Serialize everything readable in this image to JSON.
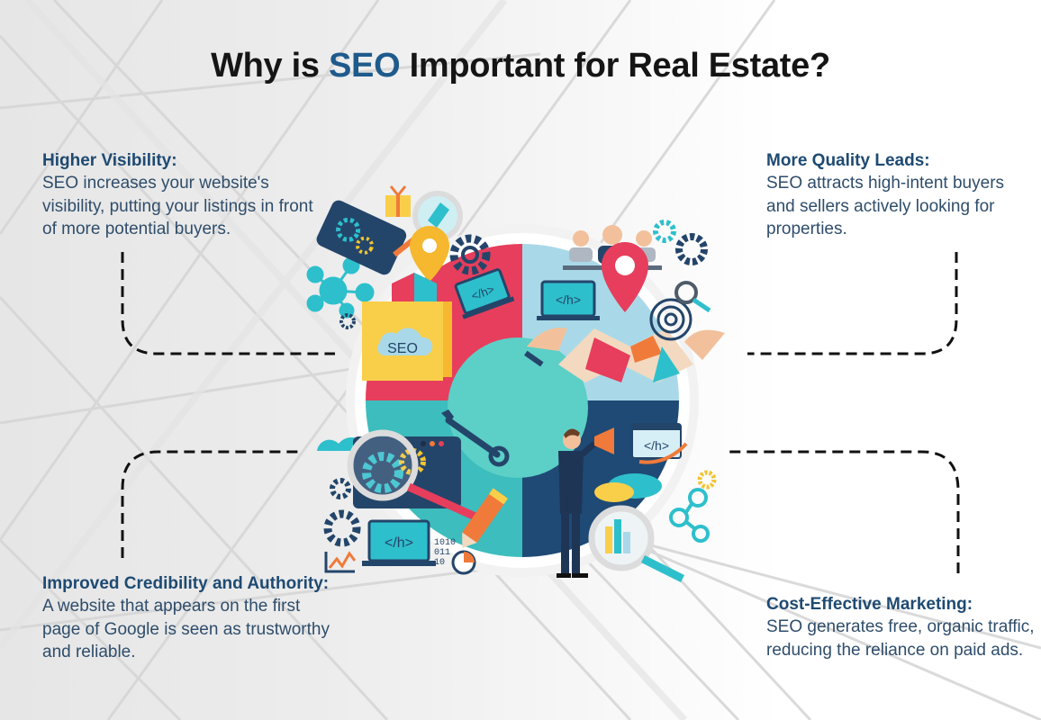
{
  "title": {
    "prefix": "Why is ",
    "accent": "SEO",
    "suffix": " Important for Real Estate?"
  },
  "colors": {
    "title_text": "#151515",
    "title_accent": "#1f5a8c",
    "heading": "#1e4a72",
    "body_text": "#2f4d6b",
    "pie_top_left": "#e63e5c",
    "pie_top_right": "#a9d9e8",
    "pie_bottom_left": "#3dbdbd",
    "pie_bottom_right": "#1e4a75",
    "pie_center": "#5ccfc7",
    "connector": "#111111"
  },
  "benefits": [
    {
      "position": "top-left",
      "heading": "Higher Visibility:",
      "body": "SEO increases your website's visibility, putting your listings in front of more potential buyers."
    },
    {
      "position": "top-right",
      "heading": "More Quality Leads:",
      "body": "SEO attracts high-intent buyers and sellers actively looking for properties."
    },
    {
      "position": "bottom-left",
      "heading": "Improved Credibility and Authority:",
      "body": "A website that appears on the first page of Google is seen as trustworthy and reliable."
    },
    {
      "position": "bottom-right",
      "heading": "Cost-Effective Marketing:",
      "body": "SEO generates free, organic traffic, reducing the reliance on paid ads."
    }
  ],
  "illustration": {
    "seo_box_label": "SEO",
    "code_tag_label": "</h>",
    "binary_lines": [
      "1010",
      "011",
      "10"
    ],
    "icons": [
      "gift-icon",
      "magnifier-icon",
      "gear-icon",
      "network-icon",
      "map-pin-icon",
      "laptop-code-icon",
      "headset-agents-icon",
      "folded-map-icon",
      "target-icon",
      "wrench-icon",
      "pencil-icon",
      "stopwatch-icon",
      "megaphone-icon",
      "chat-bubble-icon",
      "bar-chart-icon",
      "cloud-icon",
      "line-graph-icon",
      "businessman-figure"
    ]
  }
}
